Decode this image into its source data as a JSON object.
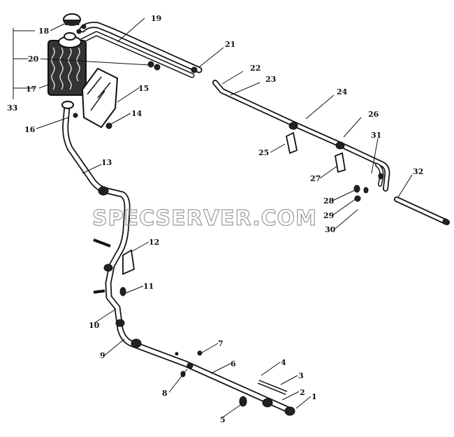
{
  "diagram": {
    "watermark": "SPECSERVER.COM",
    "callouts": [
      "1",
      "2",
      "3",
      "4",
      "5",
      "6",
      "7",
      "8",
      "9",
      "10",
      "11",
      "12",
      "13",
      "14",
      "15",
      "16",
      "17",
      "18",
      "19",
      "20",
      "21",
      "22",
      "23",
      "24",
      "25",
      "26",
      "27",
      "28",
      "29",
      "30",
      "31",
      "32",
      "33"
    ]
  }
}
